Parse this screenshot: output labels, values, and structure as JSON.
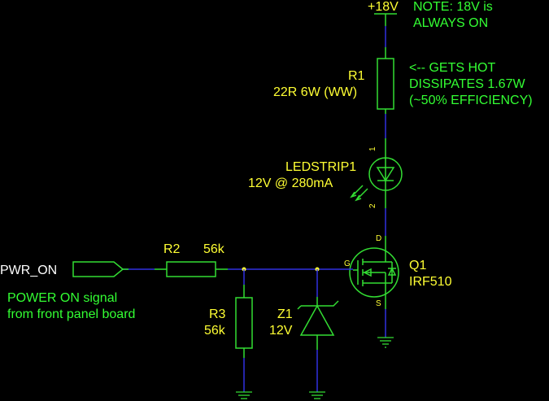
{
  "supply": {
    "label": "+18V"
  },
  "notes": {
    "supply_note_line1": "NOTE: 18V is",
    "supply_note_line2": "ALWAYS ON",
    "hot_line1": "<-- GETS HOT",
    "hot_line2": "DISSIPATES 1.67W",
    "hot_line3": "(~50% EFFICIENCY)",
    "signal_line1": "POWER ON signal",
    "signal_line2": "from front panel board"
  },
  "components": {
    "r1": {
      "ref": "R1",
      "value": "22R 6W (WW)"
    },
    "ledstrip": {
      "ref": "LEDSTRIP1",
      "value": "12V @ 280mA",
      "pin1": "1",
      "pin2": "2"
    },
    "r2": {
      "ref": "R2",
      "value": "56k"
    },
    "r3": {
      "ref": "R3",
      "value": "56k"
    },
    "z1": {
      "ref": "Z1",
      "value": "12V"
    },
    "q1": {
      "ref": "Q1",
      "value": "IRF510",
      "pin_d": "D",
      "pin_g": "G",
      "pin_s": "S"
    }
  },
  "port": {
    "label": "PWR_ON"
  },
  "colors": {
    "background": "#000000",
    "wire": "#3030e0",
    "component": "#33dd33",
    "reference_text": "#ffff33",
    "note_text": "#33ff33",
    "net_label": "#ffffff",
    "junction": "#ffff33"
  }
}
